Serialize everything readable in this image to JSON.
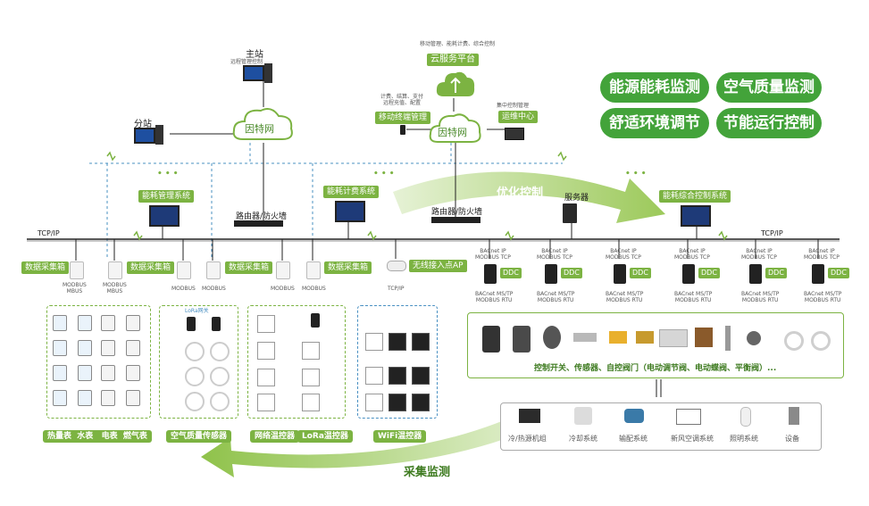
{
  "top": {
    "main_station": "主站",
    "main_station_sub": "远程管理控制",
    "sub_station": "分站",
    "cloud_platform": "云服务平台",
    "cloud_platform_sub": "移动管理、能耗计费、综合控制",
    "mobile_mgmt": "移动终端管理",
    "mobile_mgmt_sub": "计费、结算、支付\n远程充值、配置",
    "ops_center": "运维中心",
    "ops_center_sub": "集中控制管理",
    "internet_1": "因特网",
    "internet_2": "因特网"
  },
  "features": [
    "能源能耗监测",
    "空气质量监测",
    "舒适环境调节",
    "节能运行控制"
  ],
  "systems": {
    "energy_mgmt": "能耗管理系统",
    "billing": "能耗计费系统",
    "integrated_ctrl": "能耗综合控制系统",
    "server": "服务器",
    "router1": "路由器/防火墙",
    "router2": "路由器/防火墙",
    "tcpip_left": "TCP/IP",
    "tcpip_right": "TCP/IP",
    "dots": "• • •"
  },
  "arrows": {
    "optimize": "优化控制",
    "collect": "采集监测"
  },
  "collectors": [
    {
      "label": "数据采集箱",
      "protocol": "MODBUS\nMBUS"
    },
    {
      "label": "数据采集箱",
      "protocol": "MODBUS\nMBUS"
    },
    {
      "label": "数据采集箱",
      "protocol": "MODBUS"
    },
    {
      "label": "数据采集箱",
      "protocol": "MODBUS"
    },
    {
      "label": "数据采集箱",
      "protocol": "MODBUS"
    },
    {
      "label": "数据采集箱",
      "protocol": "MODBUS"
    },
    {
      "label": "无线接入点AP",
      "protocol": "TCP/IP"
    }
  ],
  "ddc_units": [
    {
      "top": "BACnet IP\nMODBUS TCP",
      "bottom": "BACnet MS/TP\nMODBUS RTU",
      "tag": "DDC"
    },
    {
      "top": "BACnet IP\nMODBUS TCP",
      "bottom": "BACnet MS/TP\nMODBUS RTU",
      "tag": "DDC"
    },
    {
      "top": "BACnet IP\nMODBUS TCP",
      "bottom": "BACnet MS/TP\nMODBUS RTU",
      "tag": "DDC"
    },
    {
      "top": "BACnet IP\nMODBUS TCP",
      "bottom": "BACnet MS/TP\nMODBUS RTU",
      "tag": "DDC"
    },
    {
      "top": "BACnet IP\nMODBUS TCP",
      "bottom": "BACnet MS/TP\nMODBUS RTU",
      "tag": "DDC"
    },
    {
      "top": "BACnet IP\nMODBUS TCP",
      "bottom": "BACnet MS/TP\nMODBUS RTU",
      "tag": "DDC"
    }
  ],
  "panels": {
    "meters": "热量表  水表   电表  燃气表",
    "air": "空气质量传感器",
    "net_thermo": "网络温控器",
    "lora_thermo": "LoRa温控器",
    "wifi_thermo": "WiFi温控器",
    "field_devices": "控制开关、传感器、自控阀门（电动调节阀、电动蝶阀、平衡阀）...",
    "lora_tag": "LoRa网关"
  },
  "equipment": [
    "冷/热源机组",
    "冷却系统",
    "输配系统",
    "新风空调系统",
    "照明系统",
    "设备"
  ],
  "colors": {
    "green": "#43a33a",
    "light_green": "#7cb342",
    "blue_dash": "#4a90c2"
  }
}
